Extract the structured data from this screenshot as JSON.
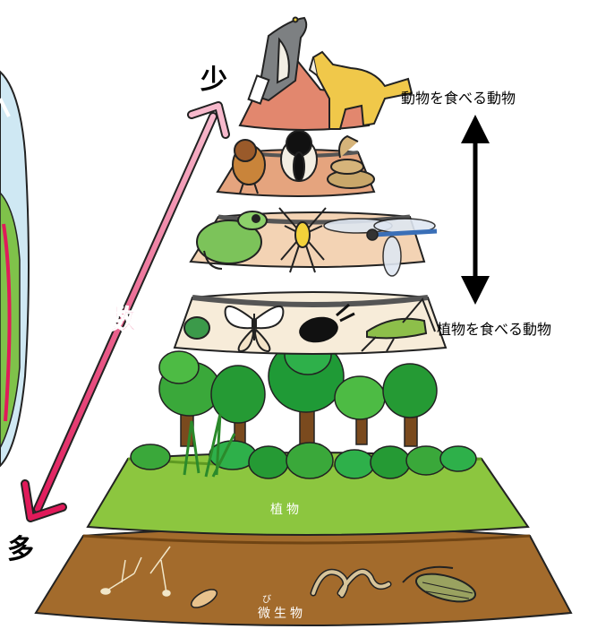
{
  "labels": {
    "few": "少",
    "many": "多",
    "number": "数",
    "carnivore": "動物を食べる動物",
    "herbivore": "植物を食べる動物",
    "plants": "植物",
    "microbes": "微生物",
    "microbes_ruby": "び"
  },
  "colors": {
    "arrow_pink": "#e8517a",
    "soil": "#a36b2c",
    "grass": "#8cc63f",
    "top_tier": "#e2876e",
    "mid_tier": "#f3d3b4",
    "low_tier": "#f7ecd9"
  }
}
